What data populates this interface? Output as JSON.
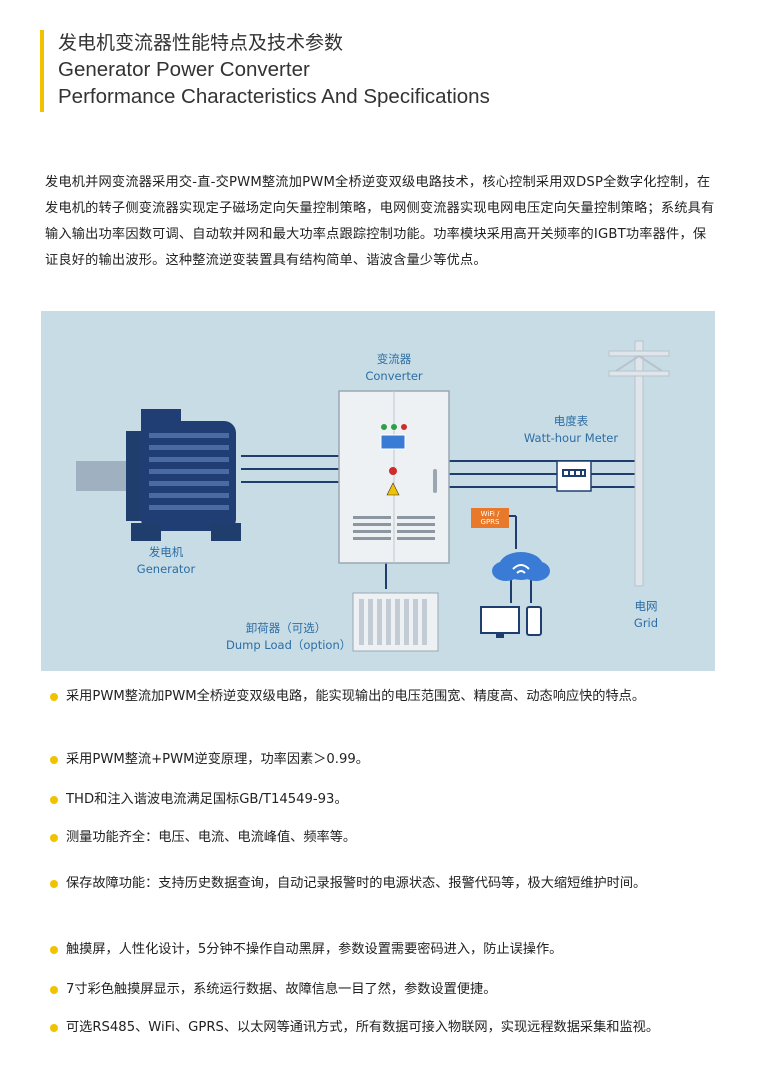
{
  "header": {
    "title_cn": "发电机变流器性能特点及技术参数",
    "title_en_line1": "Generator Power Converter",
    "title_en_line2": "Performance Characteristics And Specifications"
  },
  "intro_text": "发电机并网变流器采用交-直-交PWM整流加PWM全桥逆变双级电路技术，核心控制采用双DSP全数字化控制，在发电机的转子侧变流器实现定子磁场定向矢量控制策略，电网侧变流器实现电网电压定向矢量控制策略；系统具有输入输出功率因数可调、自动软并网和最大功率点跟踪控制功能。功率模块采用高开关频率的IGBT功率器件，保证良好的输出波形。这种整流逆变装置具有结构简单、谐波含量少等优点。",
  "diagram": {
    "converter_cn": "变流器",
    "converter_en": "Converter",
    "meter_cn": "电度表",
    "meter_en": "Watt-hour Meter",
    "generator_cn": "发电机",
    "generator_en": "Generator",
    "dumpload_cn": "卸荷器（可选）",
    "dumpload_en": "Dump Load（option）",
    "grid_cn": "电网",
    "grid_en": "Grid",
    "wifi_tag_line1": "WiFi /",
    "wifi_tag_line2": "GPRS",
    "colors": {
      "background": "#c8dce6",
      "label": "#2c6ea3",
      "accent": "#f2c200",
      "tag": "#e8782a"
    }
  },
  "features": [
    "采用PWM整流加PWM全桥逆变双级电路，能实现输出的电压范围宽、精度高、动态响应快的特点。",
    "采用PWM整流+PWM逆变原理，功率因素＞0.99。",
    "THD和注入谐波电流满足国标GB/T14549-93。",
    "测量功能齐全：电压、电流、电流峰值、频率等。",
    "保存故障功能：支持历史数据查询，自动记录报警时的电源状态、报警代码等，极大缩短维护时间。",
    "触摸屏，人性化设计，5分钟不操作自动黑屏，参数设置需要密码进入，防止误操作。",
    "7寸彩色触摸屏显示，系统运行数据、故障信息一目了然，参数设置便捷。",
    "可选RS485、WiFi、GPRS、以太网等通讯方式，所有数据可接入物联网，实现远程数据采集和监视。"
  ]
}
